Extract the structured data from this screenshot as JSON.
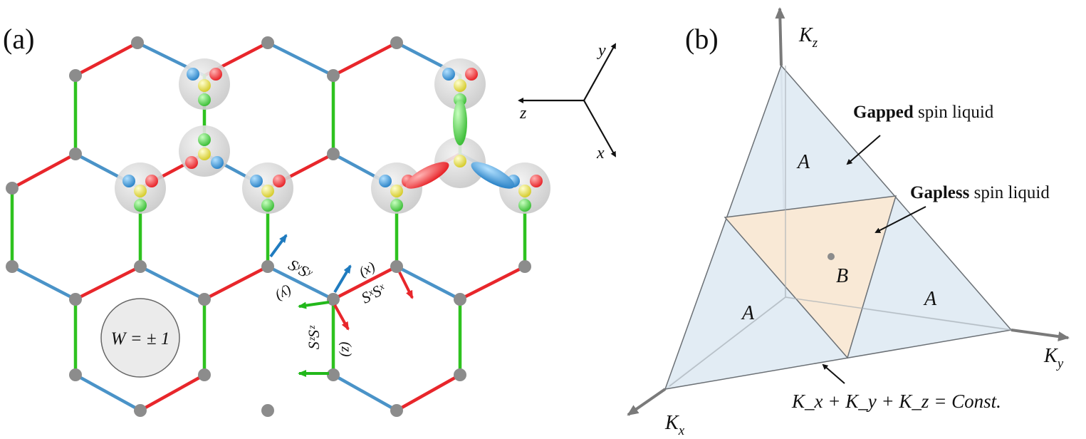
{
  "panel_a": {
    "label": "(a)",
    "plaquette_flux": "W = ± 1",
    "axes": {
      "x": "x",
      "y": "y",
      "z": "z"
    },
    "bond_terms": {
      "y_bond": "SʸSʸ",
      "y_tag": "(y)",
      "x_bond": "SˣSˣ",
      "x_tag": "(x)",
      "z_bond": "SᶻSᶻ",
      "z_tag": "(z)"
    },
    "colors": {
      "x_bond": "#e8262b",
      "y_bond": "#4a93c8",
      "z_bond": "#2ec21f",
      "site": "#8c8c8c"
    }
  },
  "panel_b": {
    "label": "(b)",
    "axis_kz": "K",
    "axis_kz_sub": "z",
    "axis_ky": "K",
    "axis_ky_sub": "y",
    "axis_kx": "K",
    "axis_kx_sub": "x",
    "gapped_bold": "Gapped",
    "gapped_rest": " spin liquid",
    "gapless_bold": "Gapless",
    "gapless_rest": " spin liquid",
    "region_a": "A",
    "region_b": "B",
    "constraint": "K_x + K_y + K_z = Const.",
    "colors": {
      "gapped_region": "#dde9f2",
      "gapless_region": "#fbe8d2"
    }
  }
}
